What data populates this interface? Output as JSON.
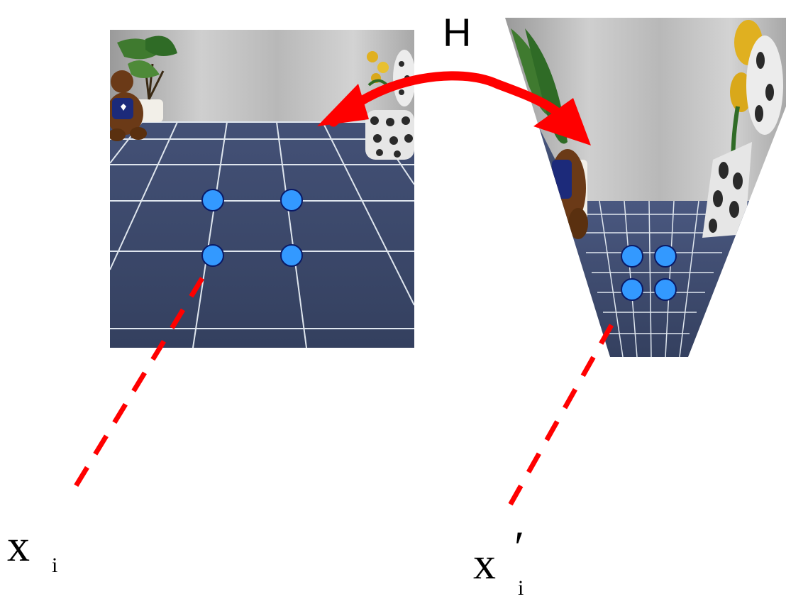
{
  "homography_label": "H",
  "source_point_label": {
    "base": "x",
    "subscript": "i",
    "prime": ""
  },
  "target_point_label": {
    "base": "x",
    "subscript": "i",
    "prime": "′"
  },
  "colors": {
    "arrow": "#ff0000",
    "keypoint_fill": "#3399ff",
    "keypoint_stroke": "#0a1a66",
    "floor": "#3e4c70",
    "floor_dark": "#2c3757",
    "grout": "#dfe6ee",
    "wall": "#bdbdbd",
    "wall_light": "#d6d6d6",
    "label_text": "#000000"
  },
  "scenes": [
    {
      "name": "source-view",
      "description_icon": "room-photo-icon",
      "keypoint_count": 4
    },
    {
      "name": "warped-view",
      "description_icon": "warped-room-photo-icon",
      "keypoint_count": 4
    }
  ]
}
